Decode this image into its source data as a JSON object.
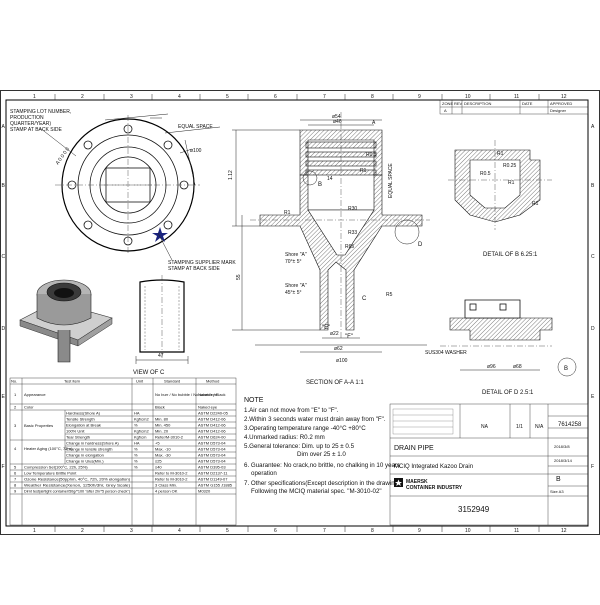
{
  "border": {
    "columns": [
      "1",
      "2",
      "3",
      "4",
      "5",
      "6",
      "7",
      "8",
      "9",
      "10",
      "11",
      "12"
    ],
    "rows": [
      "A",
      "B",
      "C",
      "D",
      "E",
      "F"
    ]
  },
  "revision_block": {
    "headers": [
      "ZONE",
      "REV",
      "DESCRIPTION",
      "DATE",
      "APPROVED"
    ],
    "row": [
      "A",
      "",
      "",
      "",
      "Designer"
    ]
  },
  "annotations": {
    "stamp_lot": "STAMPING LOT NUMBER,",
    "stamp_prod": "PRODUCTION",
    "stamp_quarter": "QUARTER/YEAR)",
    "stamp_back": "STAMP AT BACK SIDE",
    "stamp_supplier": "STAMPING SUPPLIER MARK",
    "stamp_supplier_back": "STAMP AT BACK SIDE",
    "equal_space_1": "EQUAL SPACE",
    "equal_space_2": "EQUAL SPACE",
    "dia_top": "ø100",
    "shore_a1": "Shore \"A\"",
    "shore_a1_val": "70°± 5°",
    "shore_a2": "Shore \"A\"",
    "shore_a2_val": "45°± 5°",
    "section_label": "SECTION OF A-A 1:1",
    "view_c": "VIEW OF C",
    "detail_b": "DETAIL OF B 6.25:1",
    "detail_d": "DETAIL OF D 2.5:1",
    "washer": "SUS304 WASHER",
    "label_b": "B",
    "label_c": "C",
    "label_d": "D",
    "label_e": "\"E\"",
    "label_f": "\"F\"",
    "label_a": "A"
  },
  "spec_table": {
    "headers": [
      "No.",
      "Test item",
      "Unit",
      "Standard",
      "Method"
    ],
    "rows": [
      [
        "1",
        "Appearance",
        "",
        "No burr / No bubble / No scratch / Black",
        "Naked eye"
      ],
      [
        "2",
        "Color",
        "",
        "Black",
        "Naked eye"
      ],
      [
        "",
        "Hardness(Shore A)",
        "HA",
        "",
        ""
      ],
      [
        "3",
        "Basic Properties",
        "",
        "",
        ""
      ],
      [
        "4",
        "Heater Aging (100°C, 72hr)",
        "",
        "",
        ""
      ],
      [
        "5",
        "Compression Set(100°C, 22h, 25%)",
        "%",
        "≤40",
        "ASTM D395-03"
      ],
      [
        "6",
        "Low Temperature Brittle Point",
        "",
        "Refer to M-3010-2",
        "ASTM D2137-11"
      ],
      [
        "7",
        "Ozone Resistance(50pphm, 40°C, 72h, 20% elongation)",
        "",
        "Refer to M-3010-2",
        "ASTM D1149-07"
      ],
      [
        "8",
        "Weather Resistance(Xenon, 1250h/3hr, Grey Scale)",
        "",
        "3 Class Min.",
        "ASTM G155 J1885"
      ],
      [
        "9",
        "Dirnt test(airtight container/50g/*100 \"after 2hr*5 person check\")",
        "",
        "4 person OK",
        "M0320"
      ]
    ],
    "sub_rows": [
      [
        "Hardness(Shore A)",
        "HA",
        "",
        "ASTM D2240-05"
      ],
      [
        "Tensile Strength",
        "Kgf/cm2",
        "Min. 80",
        "ASTM D412-06"
      ],
      [
        "Elongation at Break",
        "%",
        "Min. 450",
        "ASTM D412-06"
      ],
      [
        "100% Unit",
        "Kgf/cm2",
        "Min. 20",
        "ASTM D412-06"
      ],
      [
        "Tear Strength",
        "Kgf/cm",
        "Refer/M-3010-2",
        "ASTM D624-00"
      ],
      [
        "Change in hardness(Shore A)",
        "HA",
        "+5",
        "ASTM D573-04"
      ],
      [
        "Change in tensile strength",
        "%",
        "Max. -10",
        "ASTM D573-04"
      ],
      [
        "Change in elongation",
        "%",
        "Max. -30",
        "ASTM D573-04"
      ],
      [
        "Change in Ulus(Min.)",
        "%",
        "≤25",
        "ASTM D573-04"
      ]
    ]
  },
  "notes": {
    "heading": "NOTE",
    "items": [
      "1.Air can not move from \"E\" to \"F\".",
      "2.Within 3 seconds water must drain away from \"F\".",
      "3.Operating temperature range -40°C +80°C",
      "4.Unmarked radius:  R0.2 mm",
      "5.General tolerance: Dim. up to 25 ± 0.5",
      "Dim over 25 ± 1.0",
      "6. Guarantee: No crack,no brittle, no chalking in 10 years",
      "operation",
      "7. Other specifications(Except description in  the drawing):",
      "Following the MCIQ material spec. \"M-3010-02\""
    ]
  },
  "title_block": {
    "drain_pipe": "DRAIN PIPE",
    "subtitle": "MCIQ Integrated Kazoo Drain",
    "company_line1": "MAERSK",
    "company_line2": "CONTAINER INDUSTRY",
    "drawing_no": "3152949",
    "part_no": "7614258",
    "na1": "NA",
    "na2": "N/A",
    "scale": "1/1",
    "sheet": "Size A3",
    "rev": "B",
    "date1": "2018/3/8",
    "date2": "2018/3/14"
  }
}
